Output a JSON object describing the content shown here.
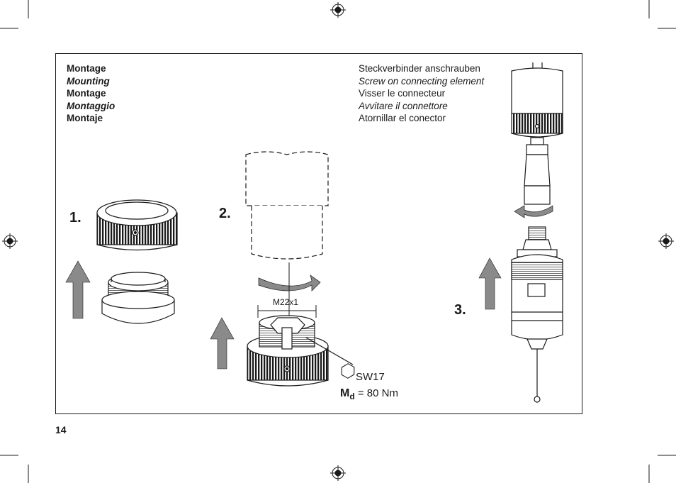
{
  "headings": {
    "left": [
      "Montage",
      "Mounting",
      "Montage",
      "Montaggio",
      "Montaje"
    ],
    "right": [
      "Steckverbinder anschrauben",
      "Screw on connecting element",
      "Visser le connecteur",
      "Avvitare il connettore",
      "Atornillar el conector"
    ]
  },
  "steps": [
    "1.",
    "2.",
    "3."
  ],
  "labels": {
    "thread": "M22x1",
    "wrench_size": "SW17",
    "torque_symbol": "M",
    "torque_subscript": "d",
    "torque_value": "= 80 Nm"
  },
  "page_number": "14",
  "colors": {
    "line": "#1a1a1a",
    "arrow": "#8a8a8a"
  },
  "icons": [
    "registration-mark-icon",
    "hexagon-icon",
    "up-arrow-icon",
    "rotation-arrow-icon"
  ]
}
